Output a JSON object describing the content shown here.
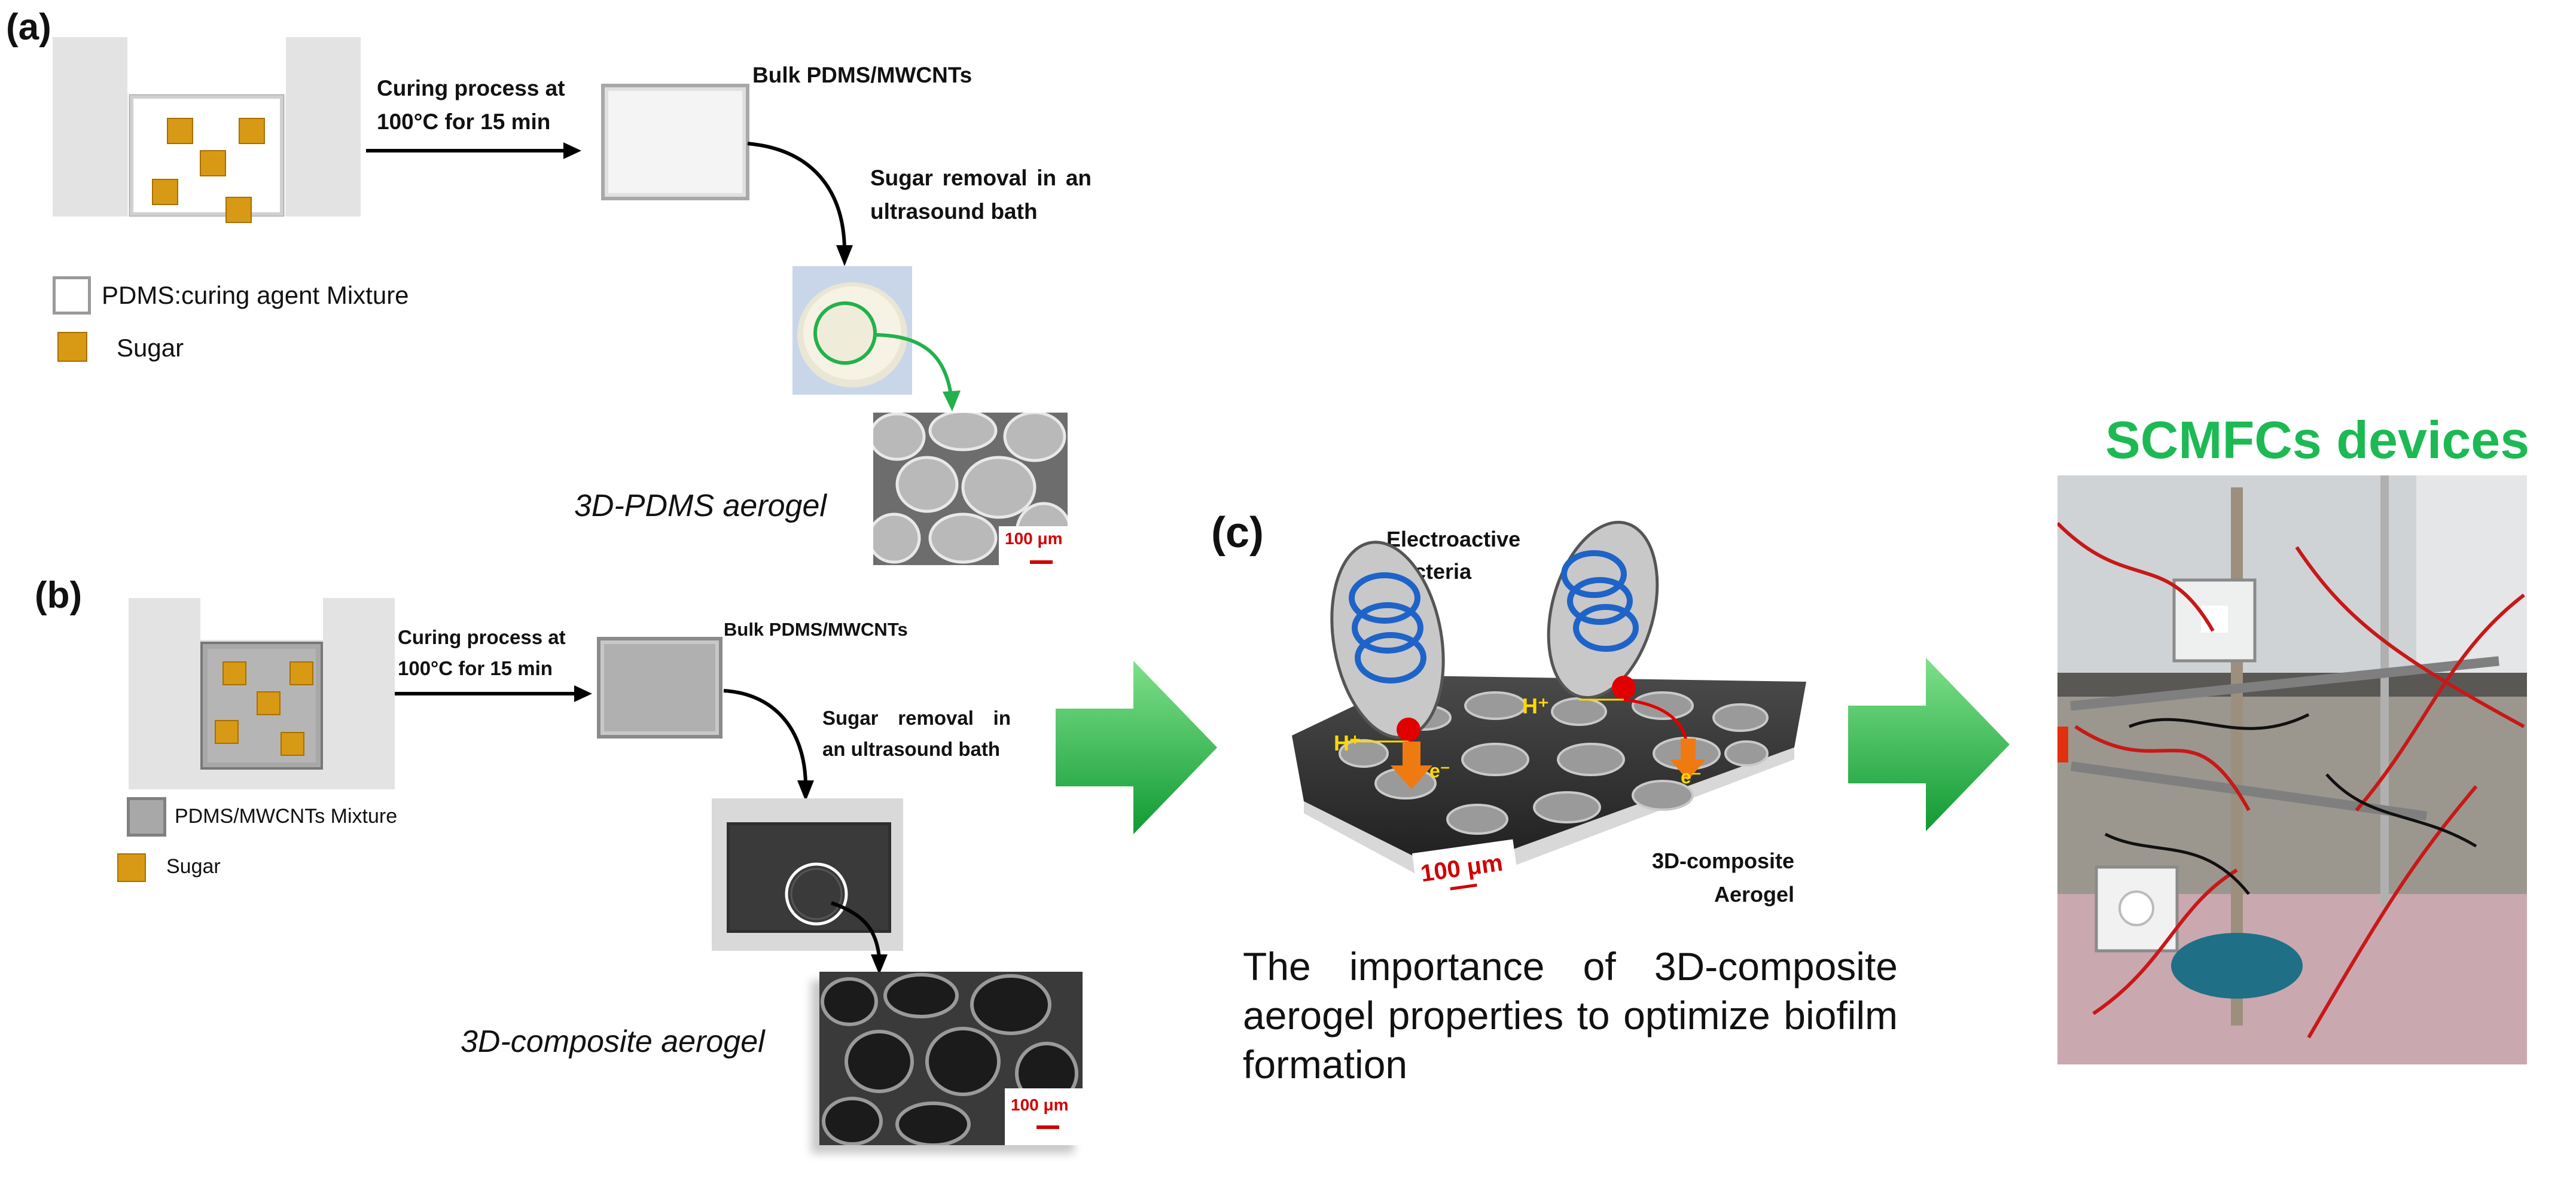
{
  "panels": {
    "a": {
      "label": "(a)",
      "step1": "Curing process at 100°C for 15 min",
      "bulk": "Bulk PDMS/MWCNTs",
      "step2": "Sugar removal in an ultrasound bath",
      "legend_mixture": "PDMS:curing agent Mixture",
      "legend_sugar": "Sugar",
      "product": "3D-PDMS aerogel",
      "scale": "100 μm"
    },
    "b": {
      "label": "(b)",
      "step1": "Curing process at 100°C for 15 min",
      "bulk": "Bulk PDMS/MWCNTs",
      "step2": "Sugar removal in an ultrasound bath",
      "legend_mixture": "PDMS/MWCNTs Mixture",
      "legend_sugar": "Sugar",
      "product": "3D-composite aerogel",
      "scale": "100 μm"
    },
    "c": {
      "label": "(c)",
      "bacteria": "Electroactive Bacteria",
      "proton": "H⁺",
      "electron": "e⁻",
      "scale": "100 μm",
      "aerogel": "3D-composite Aerogel",
      "caption": "The importance of 3D-composite aerogel properties to optimize biofilm formation"
    },
    "d": {
      "title": "SCMFCs devices"
    }
  },
  "colors": {
    "sugar": "#d89a14",
    "arrow_green": "#22b14c",
    "title_green": "#1db954",
    "scale_red": "#d00000",
    "mold_gray": "#e3e3e3"
  }
}
